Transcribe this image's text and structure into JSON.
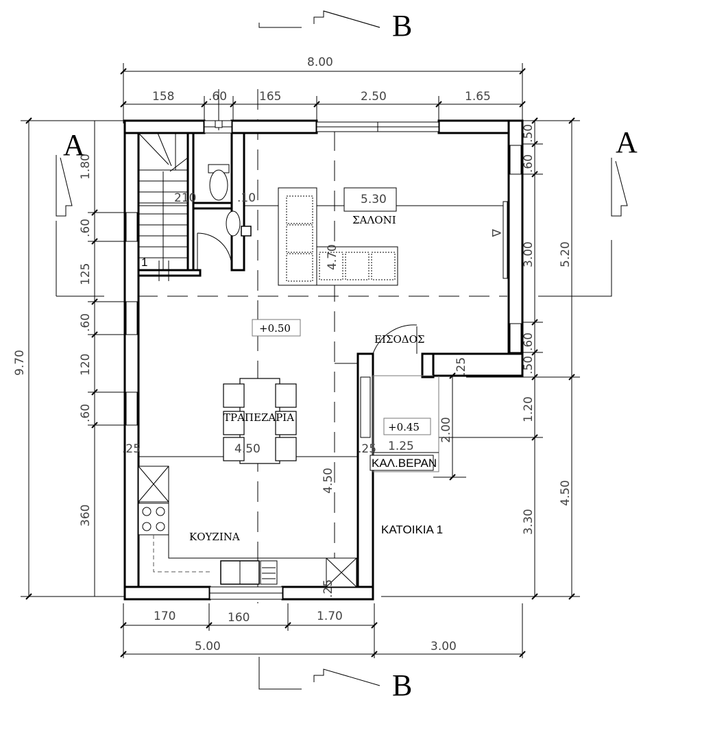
{
  "sections": {
    "a_left": "A",
    "a_right": "A",
    "b_top": "B",
    "b_bottom": "B"
  },
  "dims_top": {
    "overall": "8.00",
    "d1": "158",
    "d2": ".60",
    "d3": "165",
    "d4": "2.50",
    "d5": "1.65"
  },
  "dims_bottom": {
    "d1": "170",
    "d2": "160",
    "d3": "1.70",
    "left_total": "5.00",
    "right_total": "3.00"
  },
  "dims_left": {
    "overall": "9.70",
    "d1": "1.80",
    "d2": ".60",
    "d3": "125",
    "d4": ".60",
    "d5": "120",
    "d6": ".60",
    "d7": "360"
  },
  "dims_right": {
    "d1": ".50",
    "d2": ".60",
    "d3": "3.00",
    "d4": ".60",
    "d5": ".50",
    "d6": "1.20",
    "d7": "3.30",
    "overall_upper": "5.20",
    "overall_lower": "4.50"
  },
  "internal": {
    "stair_w": "210",
    "wc_w": ".10",
    "salon_w": "5.30",
    "salon_h": "4.70",
    "dining_w": "4.50",
    "kitchen_h": "4.50",
    "wall_l": ".25",
    "wall_r": ".25",
    "veranda_w": "1.25",
    "veranda_h": "2.00",
    "wall_s": ".25",
    "wall_n": ".25",
    "stair_no": "1",
    "el_level": "+0.50",
    "ver_level": "+0.45",
    "small_mark": "Δ"
  },
  "rooms": {
    "salon": "ΣΑΛΟΝΙ",
    "entrance": "ΕΙΣΟΔΟΣ",
    "dining": "ΤΡΑΠΕΖΑΡΙΑ",
    "kitchen": "ΚΟΥΖΙΝΑ",
    "veranda": "ΚΑΛ.ΒΕΡΑΝ",
    "dwelling": "ΚΑΤΟΙΚΙΑ 1"
  }
}
